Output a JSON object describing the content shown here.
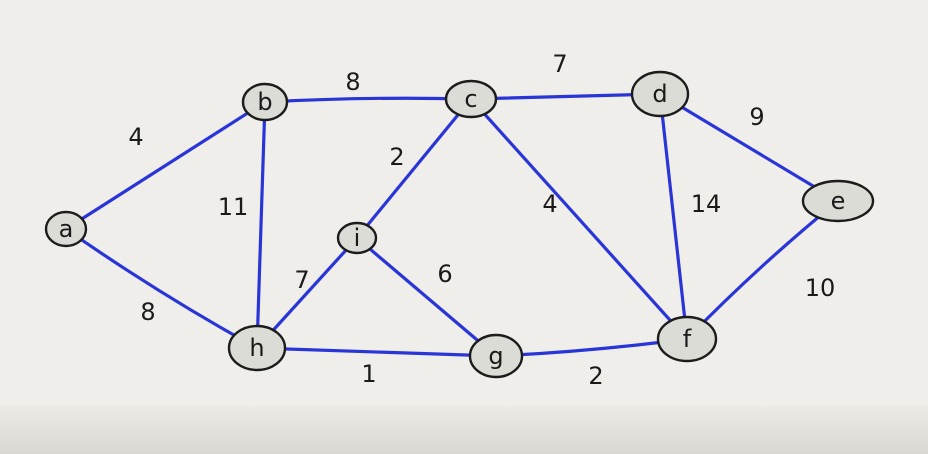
{
  "graph": {
    "nodes": [
      {
        "id": "a",
        "label": "a"
      },
      {
        "id": "b",
        "label": "b"
      },
      {
        "id": "c",
        "label": "c"
      },
      {
        "id": "d",
        "label": "d"
      },
      {
        "id": "e",
        "label": "e"
      },
      {
        "id": "f",
        "label": "f"
      },
      {
        "id": "g",
        "label": "g"
      },
      {
        "id": "h",
        "label": "h"
      },
      {
        "id": "i",
        "label": "i"
      }
    ],
    "edges": [
      {
        "from": "a",
        "to": "b",
        "weight": "4"
      },
      {
        "from": "a",
        "to": "h",
        "weight": "8"
      },
      {
        "from": "b",
        "to": "c",
        "weight": "8"
      },
      {
        "from": "b",
        "to": "h",
        "weight": "11"
      },
      {
        "from": "c",
        "to": "d",
        "weight": "7"
      },
      {
        "from": "c",
        "to": "i",
        "weight": "2"
      },
      {
        "from": "c",
        "to": "f",
        "weight": "4"
      },
      {
        "from": "d",
        "to": "e",
        "weight": "9"
      },
      {
        "from": "d",
        "to": "f",
        "weight": "14"
      },
      {
        "from": "e",
        "to": "f",
        "weight": "10"
      },
      {
        "from": "h",
        "to": "i",
        "weight": "7"
      },
      {
        "from": "i",
        "to": "g",
        "weight": "6"
      },
      {
        "from": "h",
        "to": "g",
        "weight": "1"
      },
      {
        "from": "g",
        "to": "f",
        "weight": "2"
      }
    ]
  },
  "colors": {
    "edge": "#2a35d8",
    "node_fill": "#dcdcd6",
    "node_stroke": "#1c1c1c",
    "background": "#efeeea"
  }
}
